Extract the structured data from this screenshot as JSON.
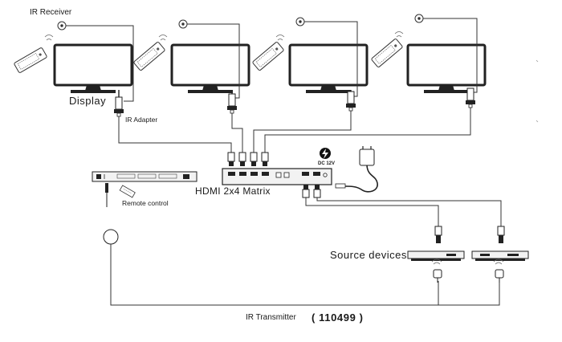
{
  "labels": {
    "ir_receiver": "IR Receiver",
    "display": "Display",
    "ir_adapter": "IR Adapter",
    "hdmi_matrix": "HDMI 2x4 Matrix",
    "remote_control": "Remote control",
    "dc_power": "DC 12V",
    "source_devices": "Source devices",
    "ir_transmitter": "IR Transmitter",
    "model_number": "( 110499 )"
  },
  "icons": {
    "display": "tv-monitor-icon",
    "remote": "remote-control-icon",
    "receiver": "ir-receiver-eye-icon",
    "adapter": "ir-adapter-plug-icon",
    "hdmi": "hdmi-connector-icon",
    "power": "power-adapter-icon",
    "bolt": "lightning-bolt-icon",
    "source": "source-device-box-icon",
    "transmitter": "ir-emitter-icon"
  },
  "colors": {
    "line": "#333333",
    "screen_fill": "#ffffff",
    "device_fill": "#f2f2f2"
  }
}
